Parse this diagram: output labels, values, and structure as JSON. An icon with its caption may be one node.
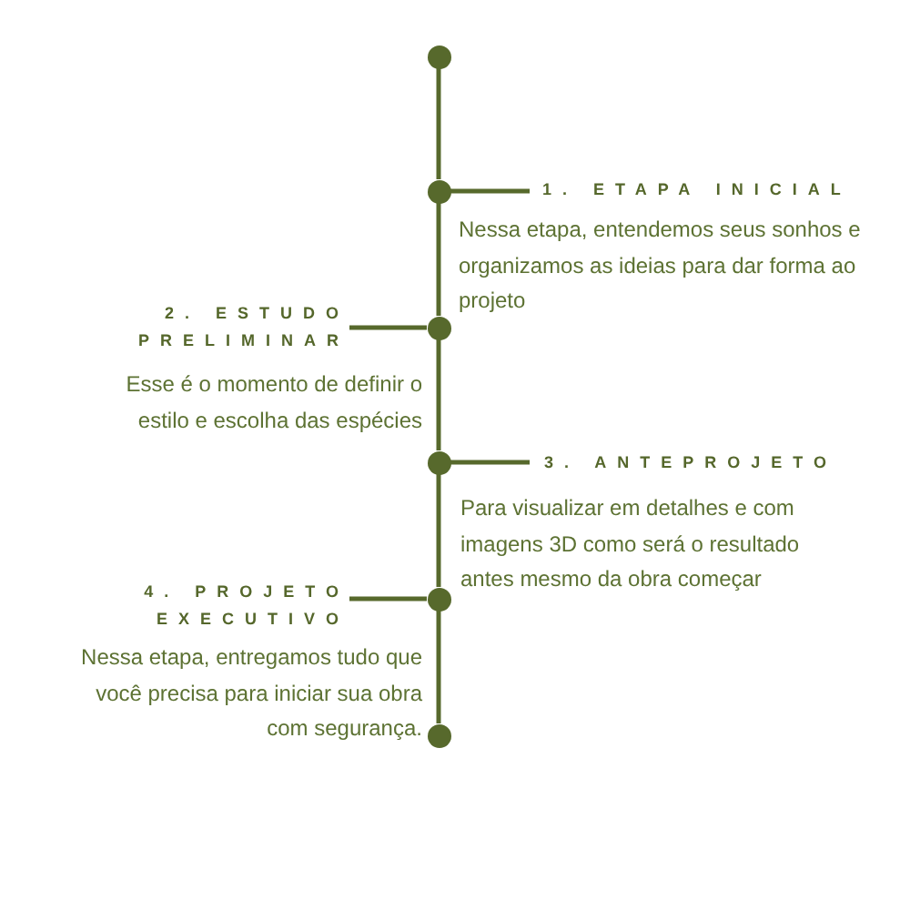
{
  "diagram": {
    "nodes": [
      {
        "text": [],
        "shape": "circle"
      },
      {
        "text": [],
        "shape": "circle"
      },
      {
        "text": [
          "1. ETAPA INICIAL"
        ]
      },
      {
        "text": [],
        "shape": "circle"
      },
      {
        "text": [
          "2. ESTUDO PRELIMINAR"
        ]
      },
      {
        "text": [],
        "shape": "circle"
      },
      {
        "text": [
          "3. ANTEPROJETO"
        ]
      },
      {
        "text": [],
        "shape": "circle"
      },
      {
        "text": [
          "4. PROJETO EXECUTIVO"
        ]
      },
      {
        "text": [],
        "shape": "circle"
      }
    ],
    "edges": [
      {
        "from": 0,
        "to": 1,
        "arrow": "none"
      },
      {
        "from": 1,
        "to": 2,
        "arrow": "none"
      },
      {
        "from": 1,
        "to": 3,
        "arrow": "none"
      },
      {
        "from": 3,
        "to": 4,
        "arrow": "none"
      },
      {
        "from": 3,
        "to": 5,
        "arrow": "none"
      },
      {
        "from": 5,
        "to": 6,
        "arrow": "none"
      },
      {
        "from": 5,
        "to": 7,
        "arrow": "none"
      },
      {
        "from": 7,
        "to": 8,
        "arrow": "none"
      },
      {
        "from": 7,
        "to": 9,
        "arrow": "none"
      }
    ],
    "labels": [
      "Nessa etapa, entendemos seus sonhos e organizamos as ideias para dar forma ao projeto",
      "Esse é o momento de definir o estilo e escolha das espécies",
      "Para visualizar em detalhes e com imagens 3D como será o resultado antes mesmo da obra começar",
      "Nessa etapa, entregamos tudo que você precisa para iniciar sua obra com segurança."
    ]
  }
}
